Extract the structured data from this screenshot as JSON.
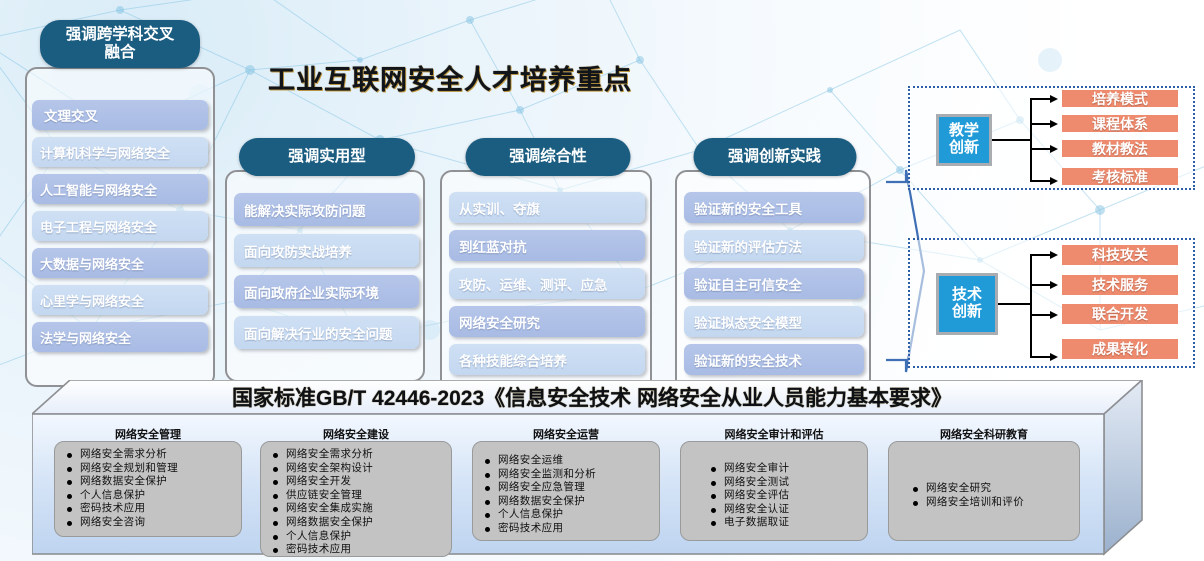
{
  "title": "工业互联网安全人才培养重点",
  "pillars": [
    {
      "cap": "强调跨学科交叉\n融合",
      "items": [
        "文理交叉",
        "计算机科学与网络安全",
        "人工智能与网络安全",
        "电子工程与网络安全",
        "大数据与网络安全",
        "心里学与网络安全",
        "法学与网络安全"
      ]
    },
    {
      "cap": "强调实用型",
      "items": [
        "能解决实际攻防问题",
        "面向攻防实战培养",
        "面向政府企业实际环境",
        "面向解决行业的安全问题"
      ]
    },
    {
      "cap": "强调综合性",
      "items": [
        "从实训、夺旗",
        "到红蓝对抗",
        "攻防、运维、测评、应急",
        "网络安全研究",
        "各种技能综合培养"
      ]
    },
    {
      "cap": "强调创新实践",
      "items": [
        "验证新的安全工具",
        "验证新的评估方法",
        "验证自主可信安全",
        "验证拟态安全模型",
        "验证新的安全技术"
      ]
    }
  ],
  "right_panels": [
    {
      "core": "教学\n创新",
      "boxes": [
        "培养模式",
        "课程体系",
        "教材教法",
        "考核标准"
      ]
    },
    {
      "core": "技术\n创新",
      "boxes": [
        "科技攻关",
        "技术服务",
        "联合开发",
        "成果转化"
      ]
    }
  ],
  "standard": {
    "banner": "国家标准GB/T 42446-2023《信息安全技术 网络安全从业人员能力基本要求》",
    "columns": [
      {
        "title": "网络安全管理",
        "items": [
          "网络安全需求分析",
          "网络安全规划和管理",
          "网络数据安全保护",
          "个人信息保护",
          "密码技术应用",
          "网络安全咨询"
        ]
      },
      {
        "title": "网络安全建设",
        "items": [
          "网络安全需求分析",
          "网络安全架构设计",
          "网络安全开发",
          "供应链安全管理",
          "网络安全集成实施",
          "网络数据安全保护",
          "个人信息保护",
          "密码技术应用"
        ]
      },
      {
        "title": "网络安全运营",
        "items": [
          "网络安全运维",
          "网络安全监测和分析",
          "网络安全应急管理",
          "网络数据安全保护",
          "个人信息保护",
          "密码技术应用"
        ]
      },
      {
        "title": "网络安全审计和评估",
        "items": [
          "网络安全审计",
          "网络安全测试",
          "网络安全评估",
          "网络安全认证",
          "电子数据取证"
        ]
      },
      {
        "title": "网络安全科研教育",
        "items": [
          "网络安全研究",
          "网络安全培训和评价"
        ]
      }
    ]
  },
  "colors": {
    "cap_navy": "#1b5d81",
    "chip_dark": "#a8bbe4",
    "chip_light": "#c3d7f0",
    "core_blue": "#219bd8",
    "box_orange": "#ee8b6e",
    "panel_dash": "#2c5fa8",
    "arrow_blue": "#3f6fb5"
  }
}
